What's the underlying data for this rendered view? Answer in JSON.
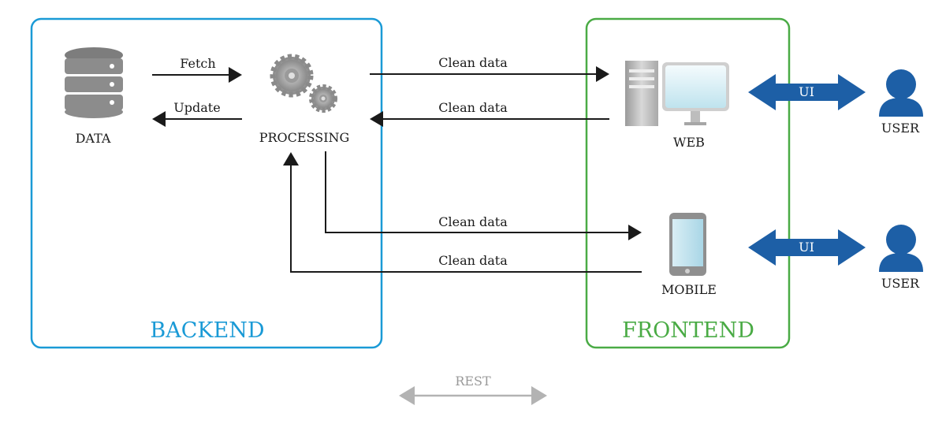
{
  "colors": {
    "backend": "#1a9ad6",
    "frontend": "#4aab45",
    "arrow": "#1a1a1a",
    "ui_arrow": "#1d5fa6",
    "user_icon": "#1d5fa6",
    "rest_arrow": "#b3b3b3",
    "gray_icon": "#8c8c8c"
  },
  "backend": {
    "title": "BACKEND",
    "data_label": "DATA",
    "processing_label": "PROCESSING",
    "fetch_label": "Fetch",
    "update_label": "Update"
  },
  "frontend": {
    "title": "FRONTEND",
    "web_label": "WEB",
    "mobile_label": "MOBILE"
  },
  "connections": {
    "web_out": "Clean data",
    "web_in": "Clean data",
    "mobile_out": "Clean data",
    "mobile_in": "Clean data"
  },
  "users": {
    "top": {
      "label": "USER",
      "ui_label": "UI"
    },
    "bottom": {
      "label": "USER",
      "ui_label": "UI"
    }
  },
  "legend": {
    "rest_label": "REST"
  }
}
